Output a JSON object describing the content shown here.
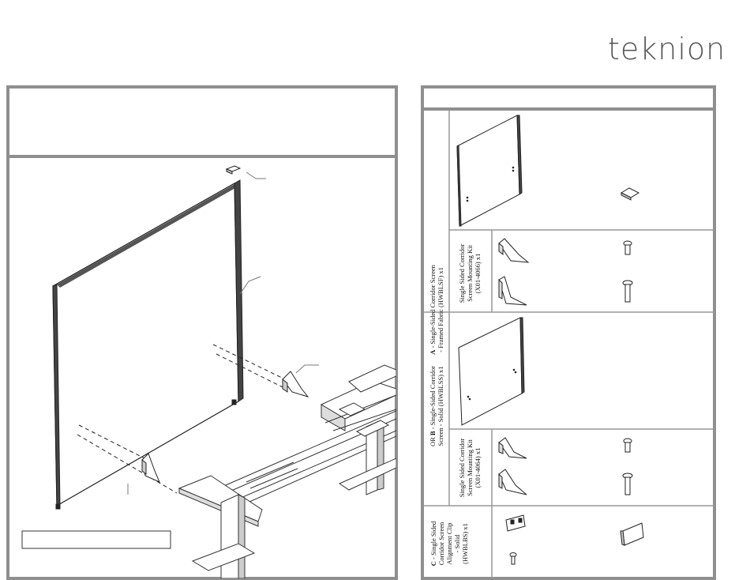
{
  "brand": {
    "logo_text": "teknion"
  },
  "components": [
    {
      "id": "A",
      "name": "Single-Sided Corridor Screen",
      "line2": "- Framed Fabric",
      "code": "(HWBLSF) x1"
    },
    {
      "id": "A-kit",
      "line1": "Single Sided Corridor",
      "line2": "Screen Mounting Kit",
      "line3": "(X01-4066) x1"
    },
    {
      "prefix": "OR",
      "id": "B",
      "name": "Single-Sided Corridor",
      "line2": "Screen - Solid",
      "code": "(HWBLSS) x1"
    },
    {
      "id": "B-kit",
      "line1": "Single Sided Corridor",
      "line2": "Screen Mounting Kit",
      "line3": "(X01-4064) x1"
    },
    {
      "id": "C",
      "name": "Single Sided",
      "line2": "Corridor Screen",
      "line3": "Alignment Clip",
      "line4": "- Solid",
      "code": "(HWBLBS) x1"
    }
  ]
}
